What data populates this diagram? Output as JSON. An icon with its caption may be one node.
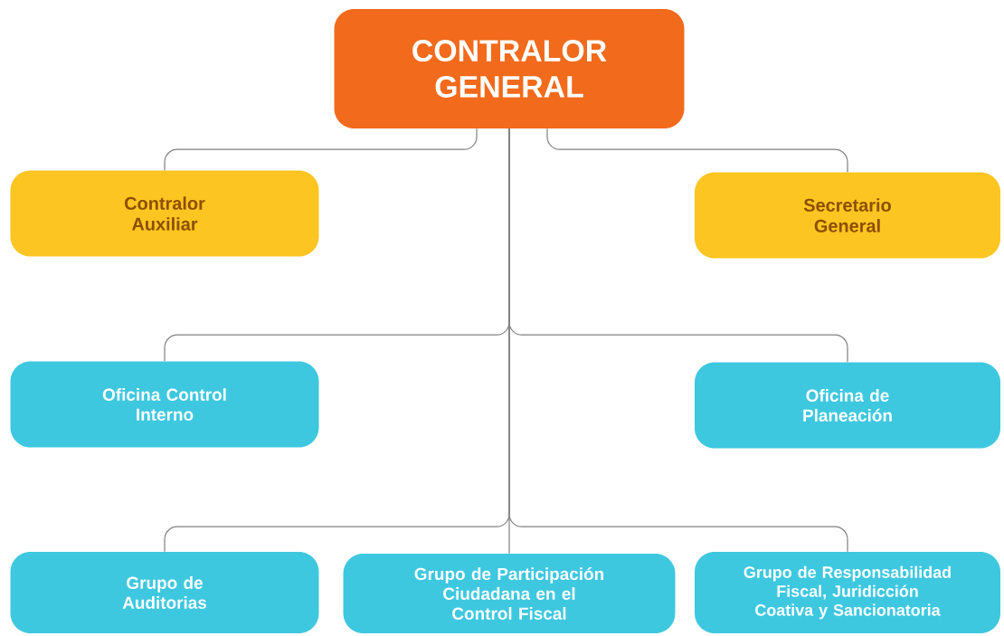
{
  "diagram": {
    "nodes": [
      {
        "text": [
          "CONTRALOR GENERAL"
        ]
      },
      {
        "text": [
          "Contralor Auxiliar"
        ]
      },
      {
        "text": [
          "Secretario General"
        ]
      },
      {
        "text": [
          "Oficina Control Interno"
        ]
      },
      {
        "text": [
          "Oficina de Planeación"
        ]
      },
      {
        "text": [
          "Grupo de Auditorias"
        ]
      },
      {
        "text": [
          "Grupo de Participación Ciudadana en el Control Fiscal"
        ]
      },
      {
        "text": [
          "Grupo de Responsabilidad Fiscal, Juridicción Coativa y Sancionatoria"
        ]
      }
    ],
    "edges": [
      {
        "from": 0,
        "to": 1,
        "arrow": "none"
      },
      {
        "from": 0,
        "to": 2,
        "arrow": "none"
      },
      {
        "from": 0,
        "to": 3,
        "arrow": "none"
      },
      {
        "from": 0,
        "to": 4,
        "arrow": "none"
      },
      {
        "from": 0,
        "to": 5,
        "arrow": "none"
      },
      {
        "from": 0,
        "to": 6,
        "arrow": "none"
      },
      {
        "from": 0,
        "to": 7,
        "arrow": "none"
      }
    ]
  }
}
